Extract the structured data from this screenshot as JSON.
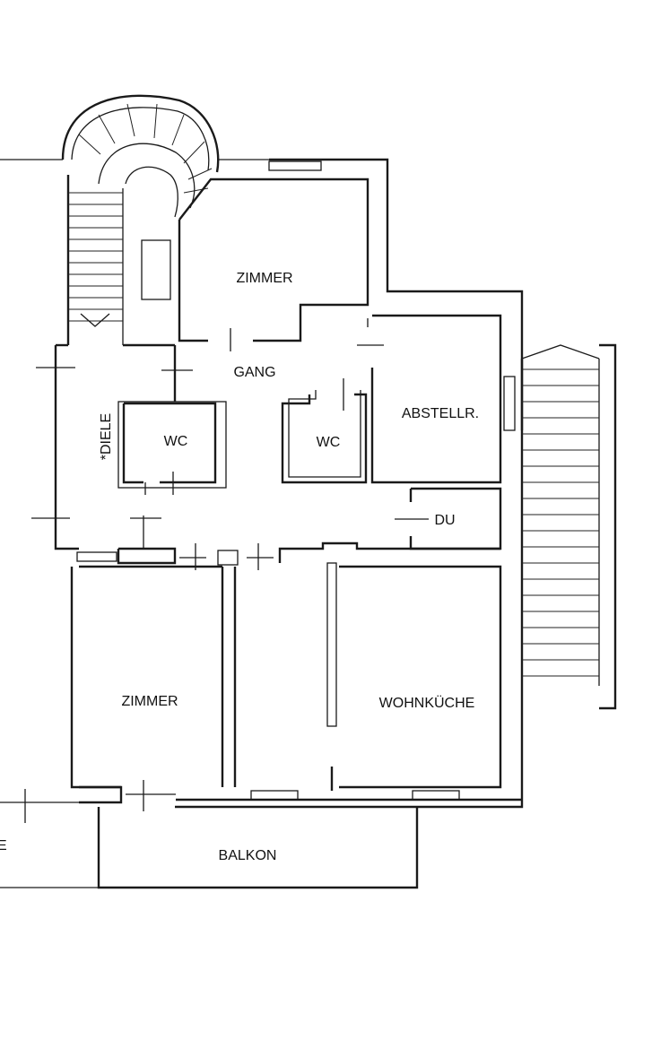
{
  "rooms": {
    "zimmer_top": "ZIMMER",
    "gang": "GANG",
    "abstellraum": "ABSTELLR.",
    "diele": "*DIELE",
    "wc_left": "WC",
    "wc_right": "WC",
    "du": "DU",
    "zimmer_bottom": "ZIMMER",
    "wohnkueche": "WOHNKÜCHE",
    "balkon": "BALKON",
    "cut_label": "E"
  }
}
